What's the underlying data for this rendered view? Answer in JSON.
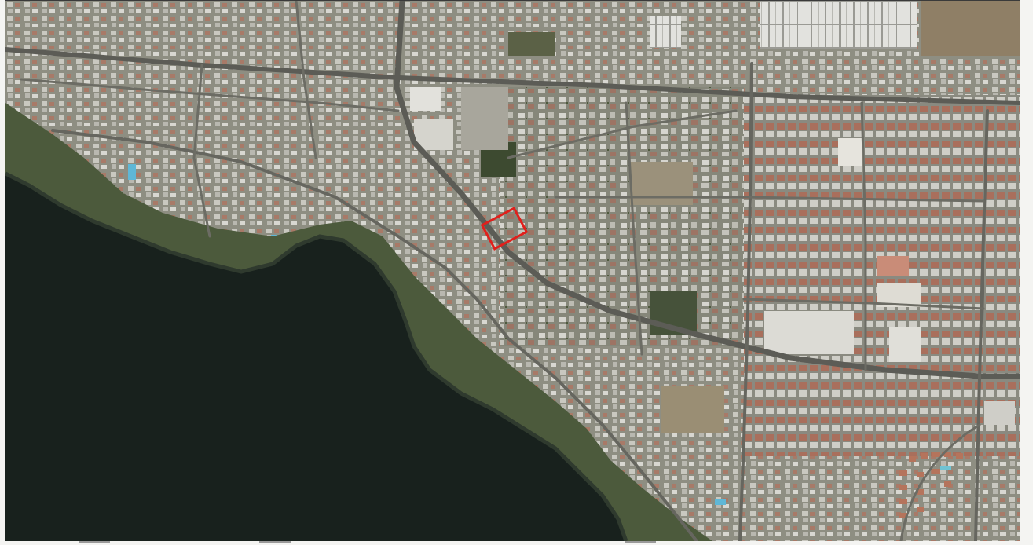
{
  "map": {
    "kind": "aerial-photo",
    "colors": {
      "sea": "#18211d",
      "sea_edge": "#26302a",
      "urban_base": "#8f8f82",
      "coast_green": "#4d5a3c",
      "vegetation": "#3f4a32",
      "road": "#6c6c64",
      "major_road": "#5e5e58",
      "roof_white": "#d9d9d4",
      "roof_red": "#a06a58",
      "roof_grey": "#b3b2aa",
      "open_land": "#9c937a",
      "highlight": "#e0201c"
    },
    "features": {
      "highlighted_parcel": {
        "shape": "rectangle",
        "color_key": "highlight"
      }
    }
  }
}
